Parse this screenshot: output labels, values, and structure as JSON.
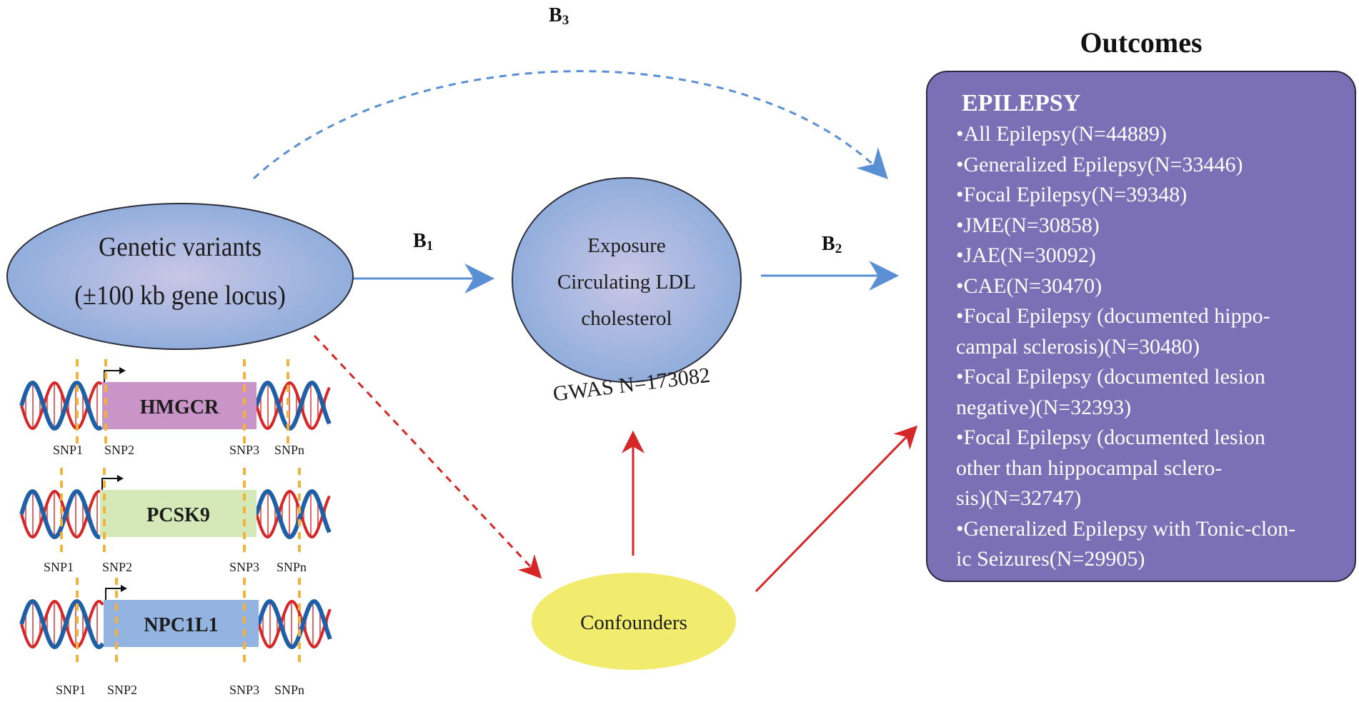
{
  "labels": {
    "b1_main": "B",
    "b1_sub": "1",
    "b2_main": "B",
    "b2_sub": "2",
    "b3_main": "B",
    "b3_sub": "3"
  },
  "genetic_variants": {
    "line1": "Genetic variants",
    "line2": "(±100 kb gene locus)"
  },
  "exposure": {
    "line1": "Exposure",
    "line2": "Circulating LDL",
    "line3": "cholesterol",
    "gwas": "GWAS  N=173082"
  },
  "confounders": "Confounders",
  "genes": [
    {
      "name": "HMGCR",
      "snp1": "SNP1",
      "snp2": "SNP2",
      "snp3": "SNP3",
      "snpn": "SNPn",
      "color": "#c994c7"
    },
    {
      "name": "PCSK9",
      "snp1": "SNP1",
      "snp2": "SNP2",
      "snp3": "SNP3",
      "snpn": "SNPn",
      "color": "#d5e8b8"
    },
    {
      "name": "NPC1L1",
      "snp1": "SNP1",
      "snp2": "SNP2",
      "snp3": "SNP3",
      "snpn": "SNPn",
      "color": "#93b3e0"
    }
  ],
  "outcomes": {
    "title": "Outcomes",
    "heading": "EPILEPSY",
    "items": [
      "•All Epilepsy(N=44889)",
      "•Generalized Epilepsy(N=33446)",
      "•Focal Epilepsy(N=39348)",
      "•JME(N=30858)",
      "•JAE(N=30092)",
      "•CAE(N=30470)",
      "•Focal Epilepsy (documented hippo-",
      "campal sclerosis)(N=30480)",
      "•Focal Epilepsy (documented lesion",
      "negative)(N=32393)",
      "•Focal Epilepsy (documented lesion",
      "other than hippocampal sclero-",
      "sis)(N=32747)",
      "•Generalized Epilepsy with Tonic-clon-",
      "ic Seizures(N=29905)"
    ]
  },
  "colors": {
    "blue_arrow": "#5b8fd3",
    "red_arrow": "#d62728",
    "box_fill": "#7b70b6",
    "confounders_fill": "#f2ec6e",
    "snp_marker": "#f2b33d"
  }
}
